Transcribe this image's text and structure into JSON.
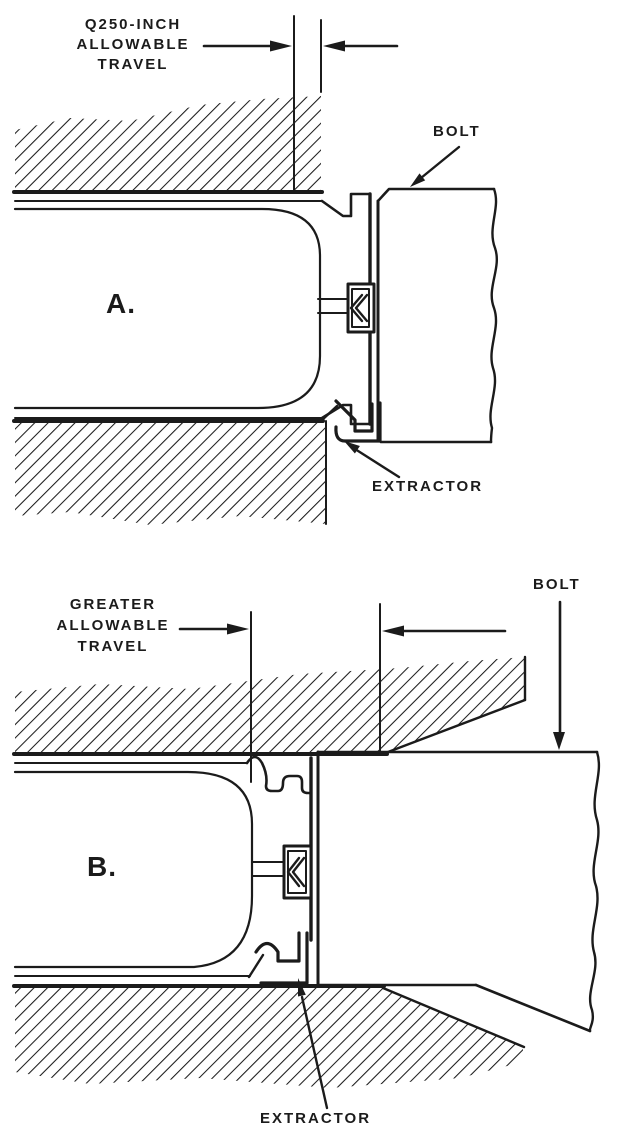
{
  "figure": {
    "background": "#ffffff",
    "ink": "#1b1b1b",
    "panels": [
      {
        "id": "A",
        "section_label": "A.",
        "dimension_label_lines": [
          "Q250-INCH",
          "ALLOWABLE",
          "TRAVEL"
        ],
        "bolt_label": "BOLT",
        "extractor_label": "EXTRACTOR"
      },
      {
        "id": "B",
        "section_label": "B.",
        "dimension_label_lines": [
          "GREATER",
          "ALLOWABLE",
          "TRAVEL"
        ],
        "bolt_label": "BOLT",
        "extractor_label": "EXTRACTOR"
      }
    ]
  }
}
